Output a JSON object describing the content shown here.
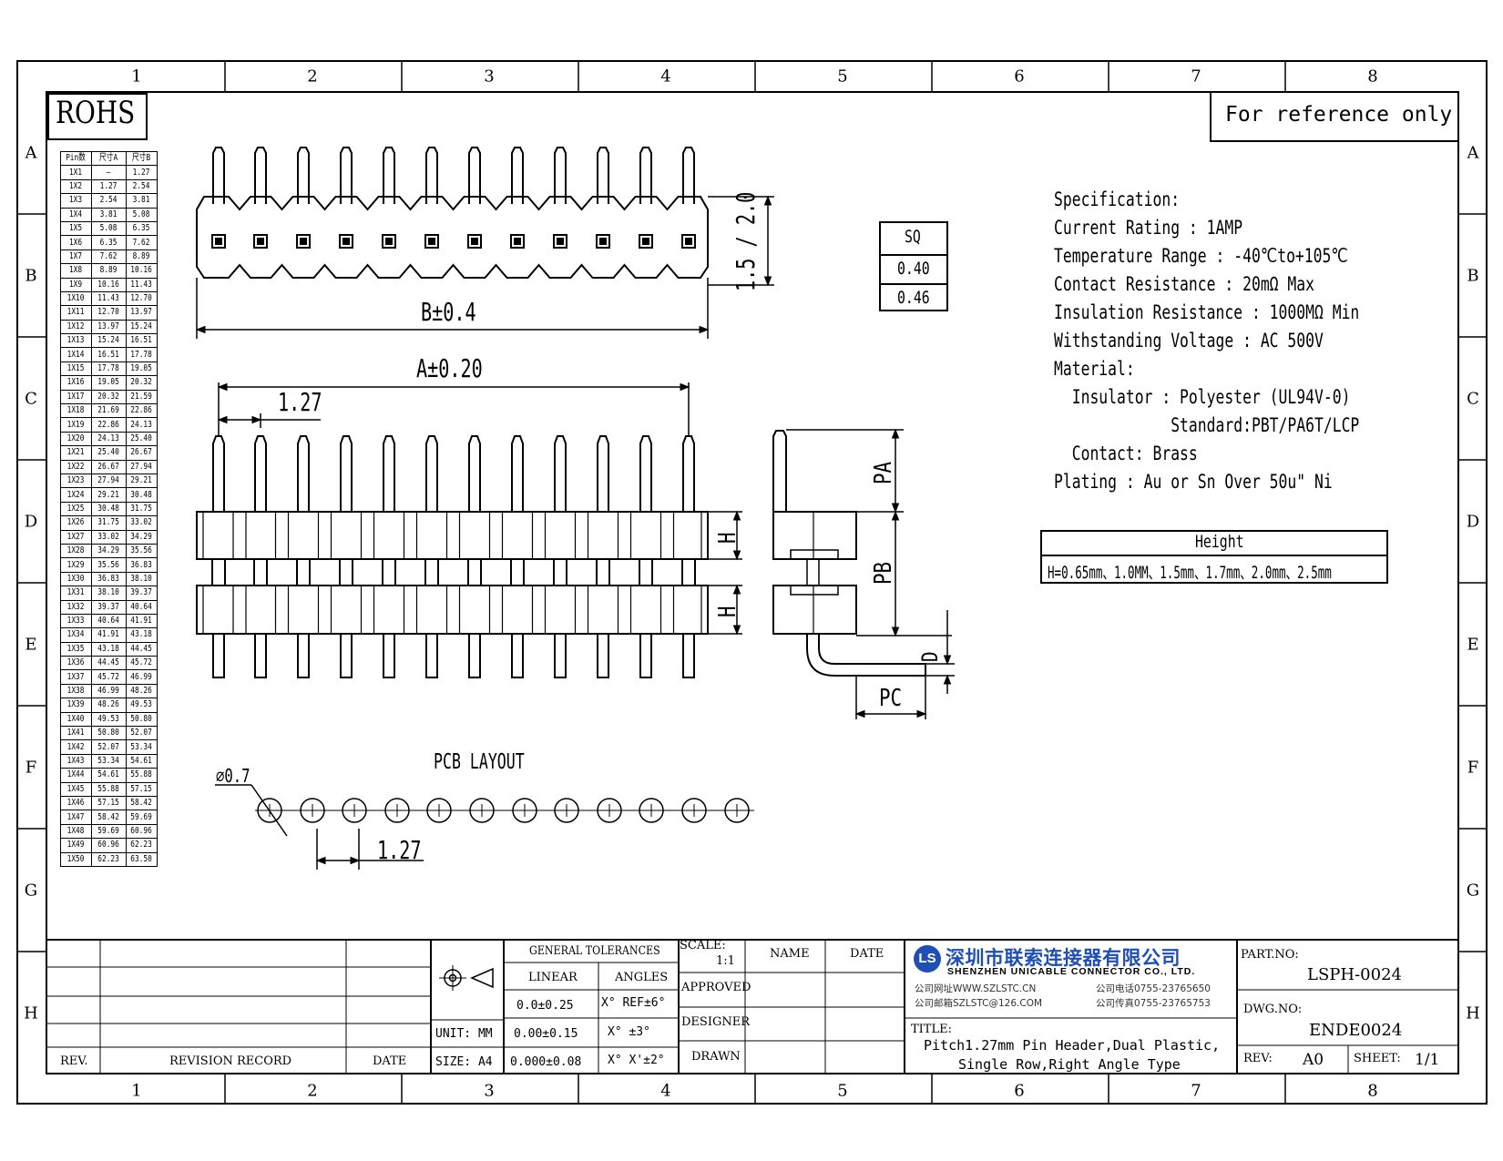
{
  "stamp": "ROHS",
  "reference_note": "For reference only",
  "zone_columns": [
    "1",
    "2",
    "3",
    "4",
    "5",
    "6",
    "7",
    "8"
  ],
  "zone_rows": [
    "A",
    "B",
    "C",
    "D",
    "E",
    "F",
    "G",
    "H"
  ],
  "pin_table": {
    "headers": [
      "Pin数",
      "尺寸A",
      "尺寸B"
    ],
    "rows": [
      [
        "1X1",
        "—",
        "1.27"
      ],
      [
        "1X2",
        "1.27",
        "2.54"
      ],
      [
        "1X3",
        "2.54",
        "3.81"
      ],
      [
        "1X4",
        "3.81",
        "5.08"
      ],
      [
        "1X5",
        "5.08",
        "6.35"
      ],
      [
        "1X6",
        "6.35",
        "7.62"
      ],
      [
        "1X7",
        "7.62",
        "8.89"
      ],
      [
        "1X8",
        "8.89",
        "10.16"
      ],
      [
        "1X9",
        "10.16",
        "11.43"
      ],
      [
        "1X10",
        "11.43",
        "12.70"
      ],
      [
        "1X11",
        "12.70",
        "13.97"
      ],
      [
        "1X12",
        "13.97",
        "15.24"
      ],
      [
        "1X13",
        "15.24",
        "16.51"
      ],
      [
        "1X14",
        "16.51",
        "17.78"
      ],
      [
        "1X15",
        "17.78",
        "19.05"
      ],
      [
        "1X16",
        "19.05",
        "20.32"
      ],
      [
        "1X17",
        "20.32",
        "21.59"
      ],
      [
        "1X18",
        "21.69",
        "22.86"
      ],
      [
        "1X19",
        "22.86",
        "24.13"
      ],
      [
        "1X20",
        "24.13",
        "25.40"
      ],
      [
        "1X21",
        "25.40",
        "26.67"
      ],
      [
        "1X22",
        "26.67",
        "27.94"
      ],
      [
        "1X23",
        "27.94",
        "29.21"
      ],
      [
        "1X24",
        "29.21",
        "30.48"
      ],
      [
        "1X25",
        "30.48",
        "31.75"
      ],
      [
        "1X26",
        "31.75",
        "33.02"
      ],
      [
        "1X27",
        "33.02",
        "34.29"
      ],
      [
        "1X28",
        "34.29",
        "35.56"
      ],
      [
        "1X29",
        "35.56",
        "36.83"
      ],
      [
        "1X30",
        "36.83",
        "38.10"
      ],
      [
        "1X31",
        "38.10",
        "39.37"
      ],
      [
        "1X32",
        "39.37",
        "40.64"
      ],
      [
        "1X33",
        "40.64",
        "41.91"
      ],
      [
        "1X34",
        "41.91",
        "43.18"
      ],
      [
        "1X35",
        "43.18",
        "44.45"
      ],
      [
        "1X36",
        "44.45",
        "45.72"
      ],
      [
        "1X37",
        "45.72",
        "46.99"
      ],
      [
        "1X38",
        "46.99",
        "48.26"
      ],
      [
        "1X39",
        "48.26",
        "49.53"
      ],
      [
        "1X40",
        "49.53",
        "50.80"
      ],
      [
        "1X41",
        "50.80",
        "52.07"
      ],
      [
        "1X42",
        "52.07",
        "53.34"
      ],
      [
        "1X43",
        "53.34",
        "54.61"
      ],
      [
        "1X44",
        "54.61",
        "55.88"
      ],
      [
        "1X45",
        "55.88",
        "57.15"
      ],
      [
        "1X46",
        "57.15",
        "58.42"
      ],
      [
        "1X47",
        "58.42",
        "59.69"
      ],
      [
        "1X48",
        "59.69",
        "60.96"
      ],
      [
        "1X49",
        "60.96",
        "62.23"
      ],
      [
        "1X50",
        "62.23",
        "63.50"
      ]
    ]
  },
  "dims": {
    "b": "B±0.4",
    "a": "A±0.20",
    "pitch": "1.27",
    "body_h": "1.5 / 2.0",
    "h": "H",
    "pa": "PA",
    "pb": "PB",
    "pc": "PC",
    "d": "D",
    "pcb_title": "PCB LAYOUT",
    "hole": "⌀0.7",
    "pcb_pitch": "1.27"
  },
  "sq_table": {
    "header": "SQ",
    "values": [
      "0.40",
      "0.46"
    ]
  },
  "spec_lines": [
    "Specification:",
    "Current Rating : 1AMP",
    "Temperature Range : -40℃to+105℃",
    "Contact Resistance : 20mΩ Max",
    "Insulation Resistance : 1000MΩ Min",
    "Withstanding Voltage : AC 500V",
    "Material:",
    "  Insulator : Polyester (UL94V-0)",
    "             Standard:PBT/PA6T/LCP",
    "  Contact: Brass",
    "Plating : Au or Sn Over 50u\" Ni"
  ],
  "height_table": {
    "header": "Height",
    "value": "H=0.65mm、1.0MM、1.5mm、1.7mm、2.0mm、2.5mm"
  },
  "title_block": {
    "rev_label": "REV.",
    "revision_record": "REVISION RECORD",
    "date_label": "DATE",
    "general_tolerances": "GENERAL TOLERANCES",
    "linear": "LINEAR",
    "angles": "ANGLES",
    "tol1": "0.0±0.25",
    "ang1": "X° REF±6°",
    "tol2": "0.00±0.15",
    "ang2": "X° ±3°",
    "tol3": "0.000±0.08",
    "ang3": "X° X'±2°",
    "unit": "UNIT: MM",
    "size": "SIZE: A4",
    "scale_label": "SCALE:",
    "scale_value": "1:1",
    "name": "NAME",
    "date": "DATE",
    "approved": "APPROVED",
    "designer": "DESIGNER",
    "drawn": "DRAWN",
    "company_cn": "深圳市联索连接器有限公司",
    "company_en": "SHENZHEN UNICABLE CONNECTOR CO., LTD.",
    "website": "公司网址WWW.SZLSTC.CN",
    "email": "公司邮箱SZLSTC@126.COM",
    "phone": "公司电话0755-23765650",
    "fax": "公司传真0755-23765753",
    "title_label": "TITLE:",
    "title_line1": "Pitch1.27mm Pin Header,Dual Plastic,",
    "title_line2": "Single Row,Right Angle Type",
    "part_no_label": "PART.NO:",
    "part_no": "LSPH-0024",
    "dwg_no_label": "DWG.NO:",
    "dwg_no": "ENDE0024",
    "rev2_label": "REV:",
    "rev_value": "A0",
    "sheet_label": "SHEET:",
    "sheet_value": "1/1"
  },
  "colors": {
    "ink": "#000000",
    "brand": "#1f4fb3"
  }
}
